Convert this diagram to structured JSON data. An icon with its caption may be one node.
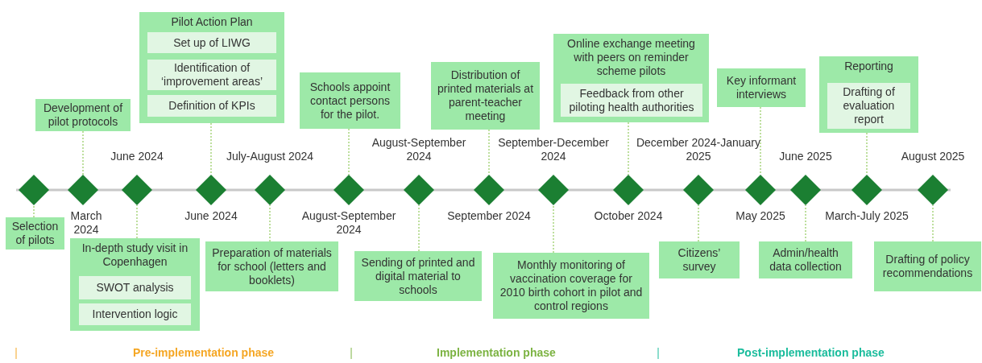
{
  "diagram": {
    "nodes": [
      {
        "text": [],
        "shape": "diamond"
      },
      {
        "text": [],
        "shape": "diamond",
        "beside": [
          "March 2024"
        ]
      },
      {
        "text": [],
        "shape": "diamond",
        "beside": [
          "June 2024"
        ]
      },
      {
        "text": [],
        "shape": "diamond",
        "beside": [
          "June 2024"
        ]
      },
      {
        "text": [],
        "shape": "diamond",
        "beside": [
          "July-August 2024"
        ]
      },
      {
        "text": [],
        "shape": "diamond",
        "beside": [
          "August-September 2024"
        ]
      },
      {
        "text": [],
        "shape": "diamond",
        "beside": [
          "August-September 2024"
        ]
      },
      {
        "text": [],
        "shape": "diamond",
        "beside": [
          "September 2024"
        ]
      },
      {
        "text": [],
        "shape": "diamond",
        "beside": [
          "September-December 2024"
        ]
      },
      {
        "text": [],
        "shape": "diamond",
        "beside": [
          "October 2024"
        ]
      },
      {
        "text": [],
        "shape": "diamond",
        "beside": [
          "December 2024-January 2025"
        ]
      },
      {
        "text": [],
        "shape": "diamond",
        "beside": [
          "May 2025"
        ]
      },
      {
        "text": [],
        "shape": "diamond",
        "beside": [
          "June 2025"
        ]
      },
      {
        "text": [],
        "shape": "diamond",
        "beside": [
          "March-July 2025"
        ]
      },
      {
        "text": [],
        "shape": "diamond",
        "beside": [
          "August 2025"
        ]
      },
      {
        "text": [
          "Selection of pilots"
        ]
      },
      {
        "text": [
          "Development of pilot protocols"
        ]
      },
      {
        "text": [
          "Pilot Action Plan"
        ]
      },
      {
        "text": [
          "Set up of LIWG"
        ],
        "in": 17
      },
      {
        "text": [
          "Identification of ‘improvement areas’"
        ],
        "in": 17
      },
      {
        "text": [
          "Definition of KPIs"
        ],
        "in": 17
      },
      {
        "text": [
          "In-depth study visit in Copenhagen"
        ]
      },
      {
        "text": [
          "SWOT analysis"
        ],
        "in": 21
      },
      {
        "text": [
          "Intervention logic"
        ],
        "in": 21
      },
      {
        "text": [
          "Preparation of materials for school (letters and booklets)"
        ]
      },
      {
        "text": [
          "Schools appoint contact persons for the pilot."
        ]
      },
      {
        "text": [
          "Sending of printed and digital material to schools"
        ]
      },
      {
        "text": [
          "Distribution of printed materials at parent-teacher meeting"
        ]
      },
      {
        "text": [
          "Monthly monitoring of vaccination coverage for 2010 birth cohort in pilot and control regions"
        ]
      },
      {
        "text": [
          "Online exchange meeting with peers on reminder scheme pilots"
        ]
      },
      {
        "text": [
          "Feedback from other piloting health authorities"
        ],
        "in": 29
      },
      {
        "text": [
          "Citizens’ survey"
        ]
      },
      {
        "text": [
          "Key informant interviews"
        ]
      },
      {
        "text": [
          "Admin/health data collection"
        ]
      },
      {
        "text": [
          "Reporting"
        ]
      },
      {
        "text": [
          "Drafting of evaluation report"
        ],
        "in": 34
      },
      {
        "text": [
          "Drafting of policy recommendations"
        ]
      }
    ],
    "edges": [
      {
        "from": 15,
        "to": 0,
        "arrow": "none",
        "style": "dashed"
      },
      {
        "from": 16,
        "to": 1,
        "arrow": "none",
        "style": "dashed"
      },
      {
        "from": 21,
        "to": 2,
        "arrow": "none",
        "style": "dashed"
      },
      {
        "from": 17,
        "to": 3,
        "arrow": "none",
        "style": "dashed"
      },
      {
        "from": 24,
        "to": 4,
        "arrow": "none",
        "style": "dashed"
      },
      {
        "from": 25,
        "to": 5,
        "arrow": "none",
        "style": "dashed"
      },
      {
        "from": 26,
        "to": 6,
        "arrow": "none",
        "style": "dashed"
      },
      {
        "from": 27,
        "to": 7,
        "arrow": "none",
        "style": "dashed"
      },
      {
        "from": 28,
        "to": 8,
        "arrow": "none",
        "style": "dashed"
      },
      {
        "from": 29,
        "to": 9,
        "arrow": "none",
        "style": "dashed"
      },
      {
        "from": 31,
        "to": 10,
        "arrow": "none",
        "style": "dashed"
      },
      {
        "from": 32,
        "to": 11,
        "arrow": "none",
        "style": "dashed"
      },
      {
        "from": 33,
        "to": 12,
        "arrow": "none",
        "style": "dashed"
      },
      {
        "from": 34,
        "to": 13,
        "arrow": "none",
        "style": "dashed"
      },
      {
        "from": 36,
        "to": 14,
        "arrow": "none",
        "style": "dashed"
      }
    ],
    "labels": [
      "Pre-implementation phase",
      "Implementation phase",
      "Post-implementation phase"
    ]
  }
}
